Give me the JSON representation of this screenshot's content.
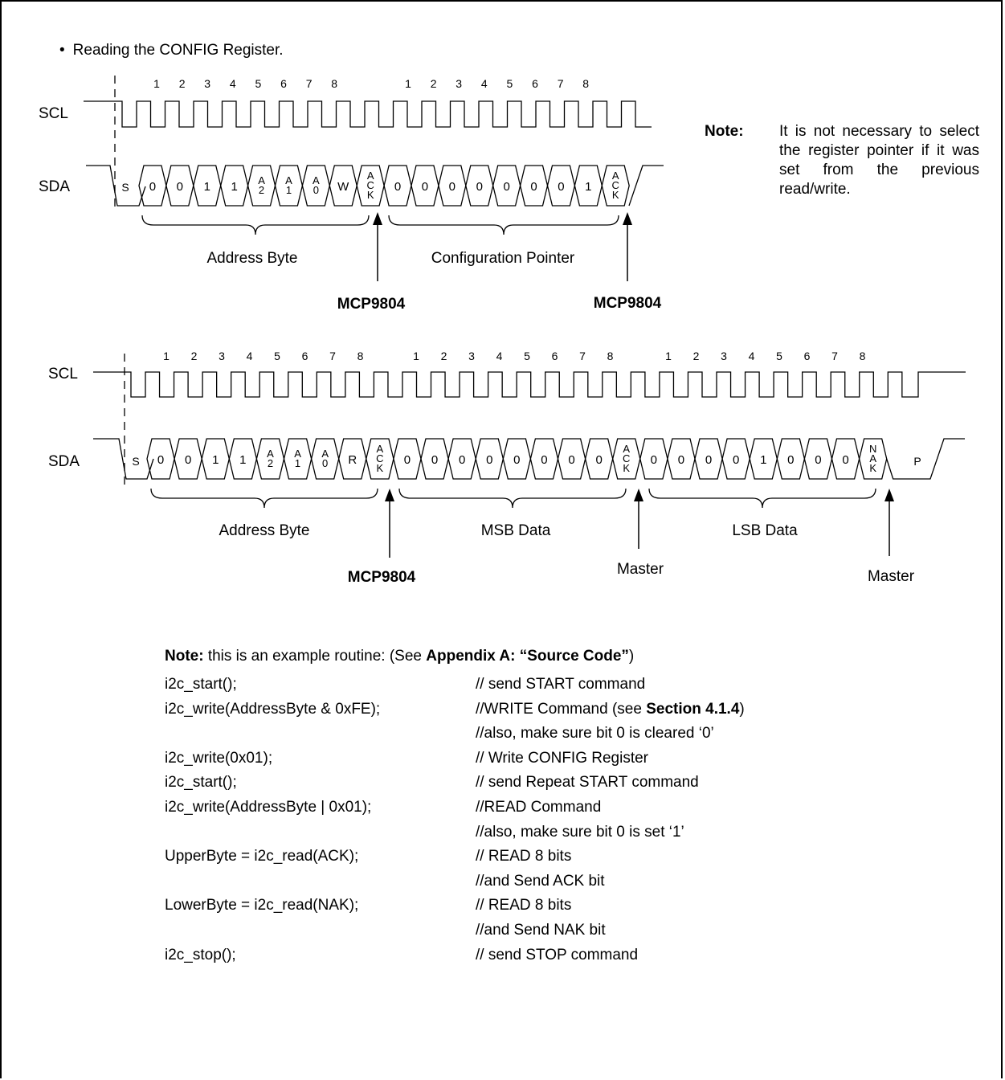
{
  "heading": {
    "bullet": "•",
    "text": "Reading the CONFIG Register."
  },
  "diagram1": {
    "scl_label": "SCL",
    "sda_label": "SDA",
    "bit_numbers": [
      "1",
      "2",
      "3",
      "4",
      "5",
      "6",
      "7",
      "8"
    ],
    "sda_cells": [
      "0",
      "0",
      "1",
      "1",
      "A2",
      "A1",
      "A0",
      "W",
      "ACK",
      "0",
      "0",
      "0",
      "0",
      "0",
      "0",
      "0",
      "1",
      "ACK"
    ],
    "start_label": "S",
    "brace_labels": [
      "Address Byte",
      "Configuration Pointer"
    ],
    "arrow_labels": [
      "MCP9804",
      "MCP9804"
    ]
  },
  "note": {
    "label": "Note:",
    "text": "It is not necessary to select the register pointer if it was set from the previous read/write."
  },
  "diagram2": {
    "scl_label": "SCL",
    "sda_label": "SDA",
    "bit_numbers": [
      "1",
      "2",
      "3",
      "4",
      "5",
      "6",
      "7",
      "8"
    ],
    "sda_cells": [
      "0",
      "0",
      "1",
      "1",
      "A2",
      "A1",
      "A0",
      "R",
      "ACK",
      "0",
      "0",
      "0",
      "0",
      "0",
      "0",
      "0",
      "0",
      "ACK",
      "0",
      "0",
      "0",
      "0",
      "1",
      "0",
      "0",
      "0",
      "NAK"
    ],
    "start_label": "S",
    "stop_label": "P",
    "brace_labels": [
      "Address Byte",
      "MSB Data",
      "LSB Data"
    ],
    "arrow_labels": [
      "MCP9804",
      "Master",
      "Master"
    ]
  },
  "code": {
    "intro_bold": "Note:",
    "intro_mid": " this is an example routine: (See ",
    "intro_bold2": "Appendix A: “Source Code”",
    "intro_end": ")",
    "rows": [
      {
        "code": "i2c_start();",
        "comment": "// send START command"
      },
      {
        "code": "i2c_write(AddressByte & 0xFE);",
        "comment": "//WRITE Command (see ",
        "comment_bold": "Section 4.1.4",
        "comment_end": ")"
      },
      {
        "code": "",
        "comment": "//also, make sure bit 0 is cleared ‘0’"
      },
      {
        "code": "i2c_write(0x01);",
        "comment": "// Write CONFIG Register"
      },
      {
        "code": "i2c_start();",
        "comment": "// send Repeat START command"
      },
      {
        "code": "i2c_write(AddressByte | 0x01);",
        "comment": "//READ Command"
      },
      {
        "code": "",
        "comment": "//also, make sure bit 0 is set ‘1’"
      },
      {
        "code": "UpperByte = i2c_read(ACK);",
        "comment": "// READ 8 bits"
      },
      {
        "code": "",
        "comment": "//and Send ACK bit"
      },
      {
        "code": "LowerByte = i2c_read(NAK);",
        "comment": "// READ 8 bits"
      },
      {
        "code": "",
        "comment": "//and Send NAK bit"
      },
      {
        "code": "i2c_stop();",
        "comment": "// send STOP command"
      }
    ]
  }
}
